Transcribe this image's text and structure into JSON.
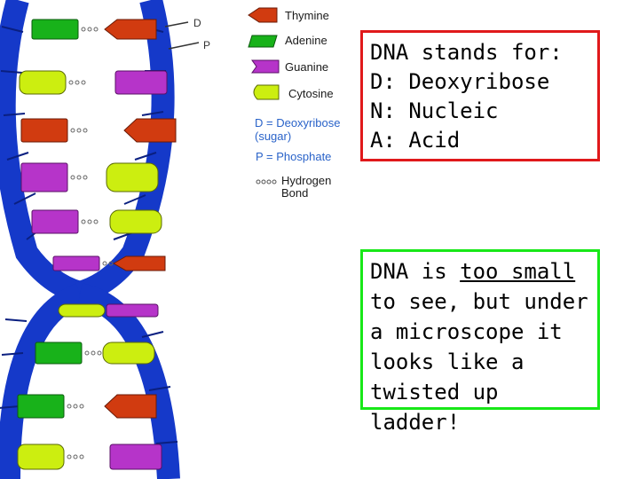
{
  "legend": {
    "items": [
      {
        "label": "Thymine",
        "color": "#d13b10"
      },
      {
        "label": "Adenine",
        "color": "#18b21a"
      },
      {
        "label": "Guanine",
        "color": "#b634c9"
      },
      {
        "label": "Cytosine",
        "color": "#ccee10"
      }
    ],
    "deoxyribose_line1": "D = Deoxyribose",
    "deoxyribose_line2": "(sugar)",
    "phosphate": "P = Phosphate",
    "hydrogen_line1": "Hydrogen",
    "hydrogen_line2": "Bond"
  },
  "diagram_labels": {
    "d": "D",
    "p": "P"
  },
  "colors": {
    "backbone": "#1539c9",
    "backbone_dark": "#0a1f80",
    "red_box": "#e0191b",
    "green_box": "#18e818"
  },
  "box_definition": {
    "heading": "DNA stands for:",
    "lines": [
      "D: Deoxyribose",
      "N: Nucleic",
      "A: Acid"
    ]
  },
  "box_description": {
    "text_before": "DNA is ",
    "underlined": "too small",
    "text_after": "to see, but under a microscope it looks like a twisted up ladder!"
  }
}
